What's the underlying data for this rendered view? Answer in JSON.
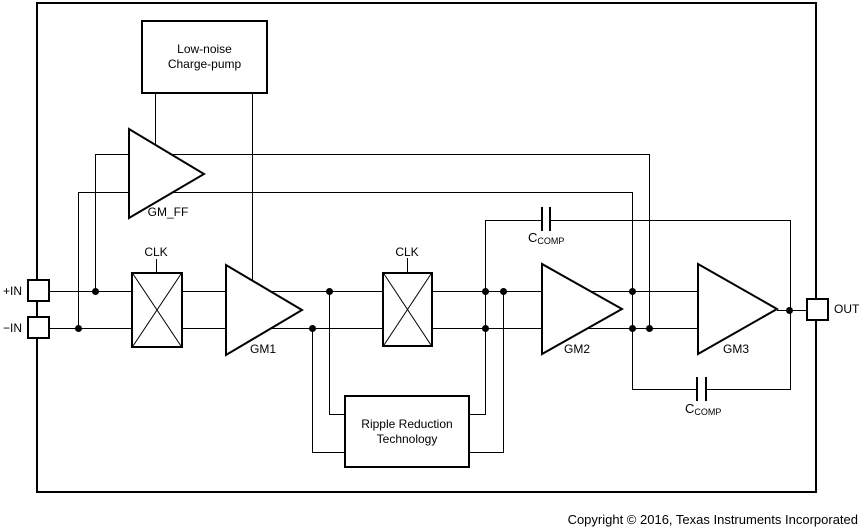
{
  "diagram": {
    "title_hint": "amplifier functional block diagram",
    "colors": {
      "line": "#000000",
      "background": "#ffffff"
    },
    "blocks": {
      "charge_pump": {
        "line1": "Low-noise",
        "line2": "Charge-pump"
      },
      "ripple_reduction": {
        "line1": "Ripple Reduction",
        "line2": "Technology"
      },
      "gm_ff": "GM_FF",
      "gm1": "GM1",
      "gm2": "GM2",
      "gm3": "GM3",
      "clk1": "CLK",
      "clk2": "CLK",
      "ccomp_top": {
        "main": "C",
        "sub": "COMP"
      },
      "ccomp_bottom": {
        "main": "C",
        "sub": "COMP"
      }
    },
    "pins": {
      "in_pos": "+IN",
      "in_neg": "−IN",
      "out": "OUT"
    }
  },
  "footer": {
    "copyright": "Copyright © 2016, Texas Instruments Incorporated"
  }
}
